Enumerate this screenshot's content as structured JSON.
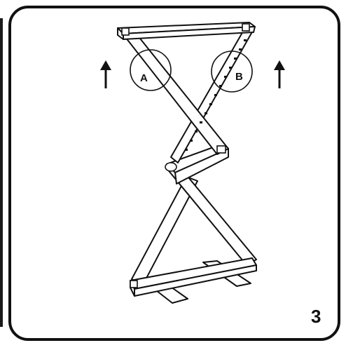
{
  "step": {
    "number": "3"
  },
  "callouts": [
    {
      "label": "A"
    },
    {
      "label": "B"
    }
  ],
  "icons": {
    "left_arrow": "arrow-up-icon",
    "right_arrow": "arrow-up-icon"
  },
  "colors": {
    "line": "#111111",
    "background": "#ffffff"
  }
}
